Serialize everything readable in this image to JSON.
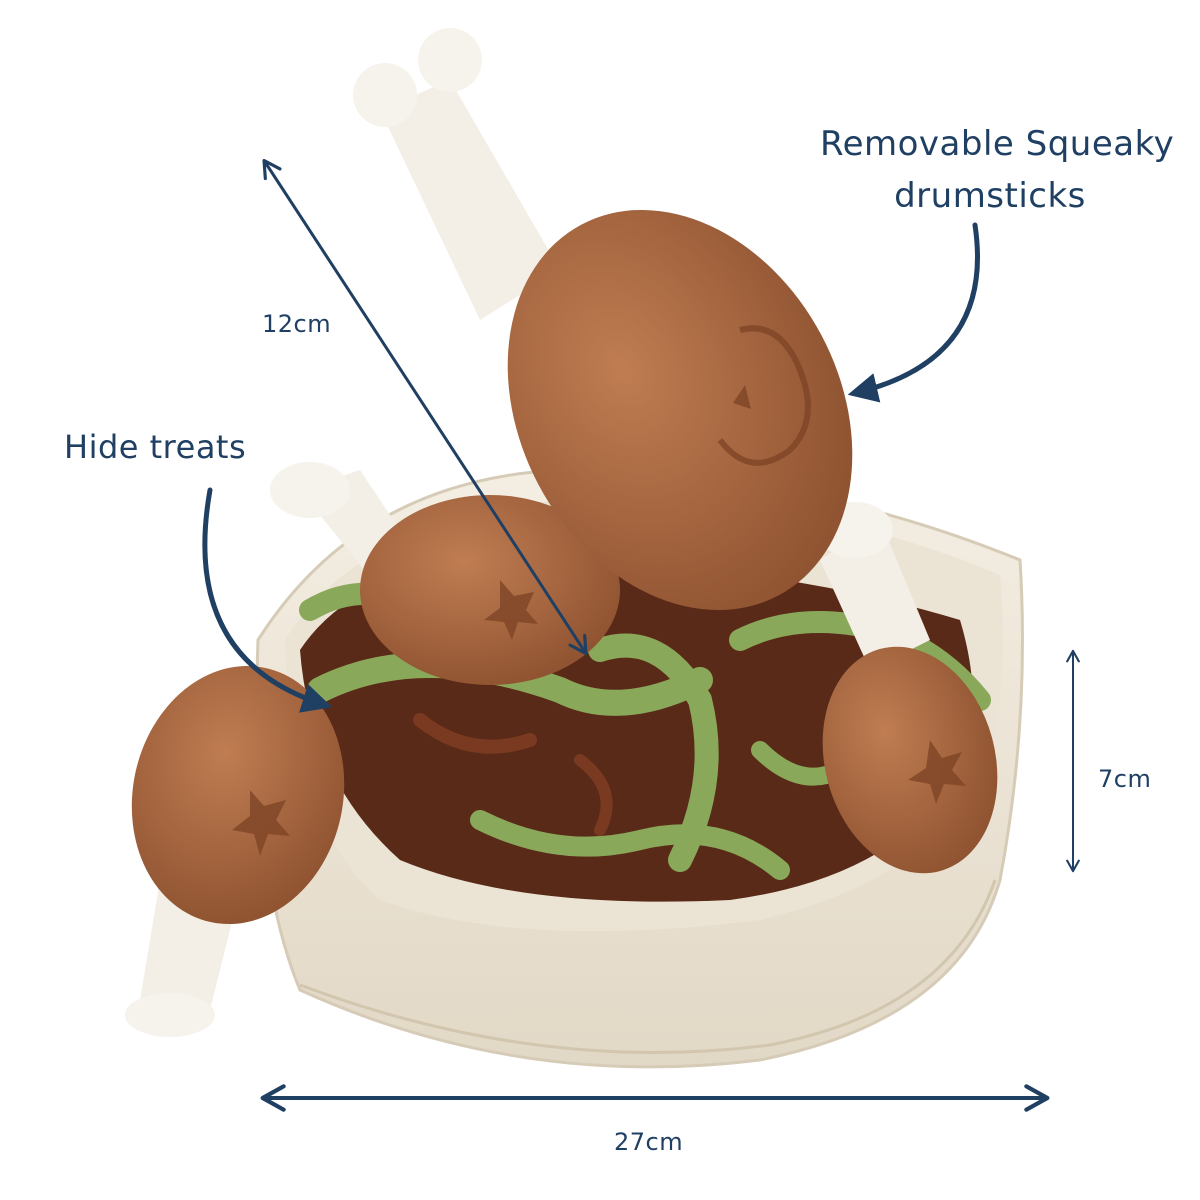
{
  "annotations": {
    "squeaky_line1": "Removable Squeaky",
    "squeaky_line2": "drumsticks",
    "hide_treats": "Hide treats",
    "height_diag": "12cm",
    "height_side": "7cm",
    "width": "27cm"
  },
  "colors": {
    "annotation": "#1f3f63",
    "bowl": "#efe8db",
    "drumstick_meat": "#a9673f",
    "bone": "#f3efe6",
    "fleece_green": "#8aa85a",
    "fleece_brown": "#5a2a18"
  },
  "icons": [
    "double-arrow-icon",
    "curved-arrow-icon"
  ]
}
